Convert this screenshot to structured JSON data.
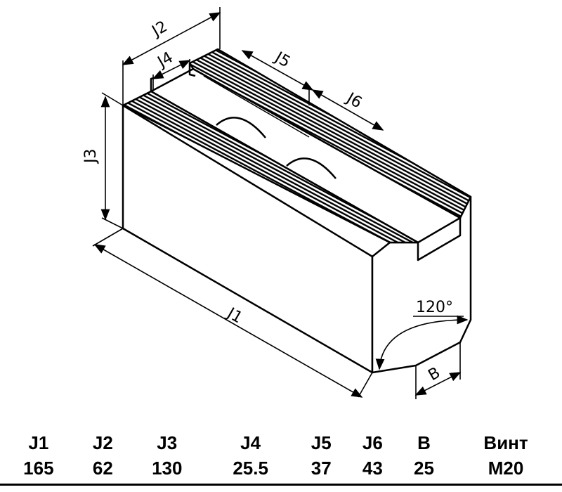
{
  "drawing": {
    "labels": {
      "j1": "J1",
      "j2": "J2",
      "j3": "J3",
      "j4": "J4",
      "j5": "J5",
      "j6": "J6",
      "angle": "120°",
      "b": "B"
    }
  },
  "table": {
    "headers": [
      "J1",
      "J2",
      "J3",
      "J4",
      "J5",
      "J6",
      "B",
      "Винт"
    ],
    "values": [
      "165",
      "62",
      "130",
      "25.5",
      "37",
      "43",
      "25",
      "M20"
    ]
  }
}
